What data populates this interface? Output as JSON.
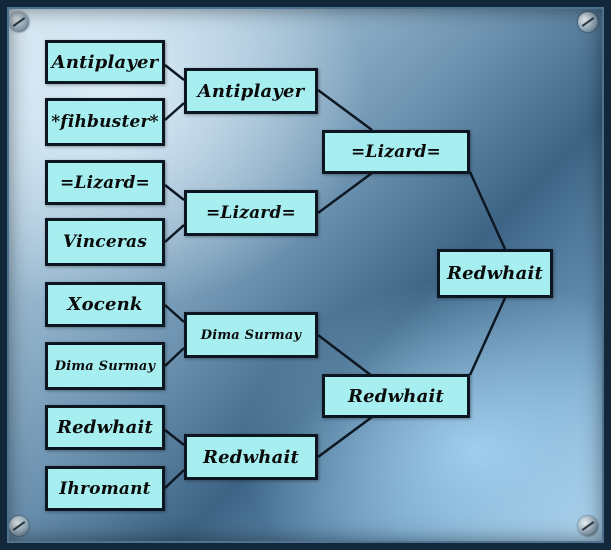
{
  "bracket": {
    "round1": [
      {
        "name": "Antiplayer"
      },
      {
        "name": "*fihbuster*"
      },
      {
        "name": "=Lizard="
      },
      {
        "name": "Vinceras"
      },
      {
        "name": "Xocenk"
      },
      {
        "name": "Dima Surmay"
      },
      {
        "name": "Redwhait"
      },
      {
        "name": "Ihromant"
      }
    ],
    "round2": [
      {
        "name": "Antiplayer"
      },
      {
        "name": "=Lizard="
      },
      {
        "name": "Dima Surmay"
      },
      {
        "name": "Redwhait"
      }
    ],
    "semifinal": [
      {
        "name": "=Lizard="
      },
      {
        "name": "Redwhait"
      }
    ],
    "champion": {
      "name": "Redwhait"
    }
  }
}
